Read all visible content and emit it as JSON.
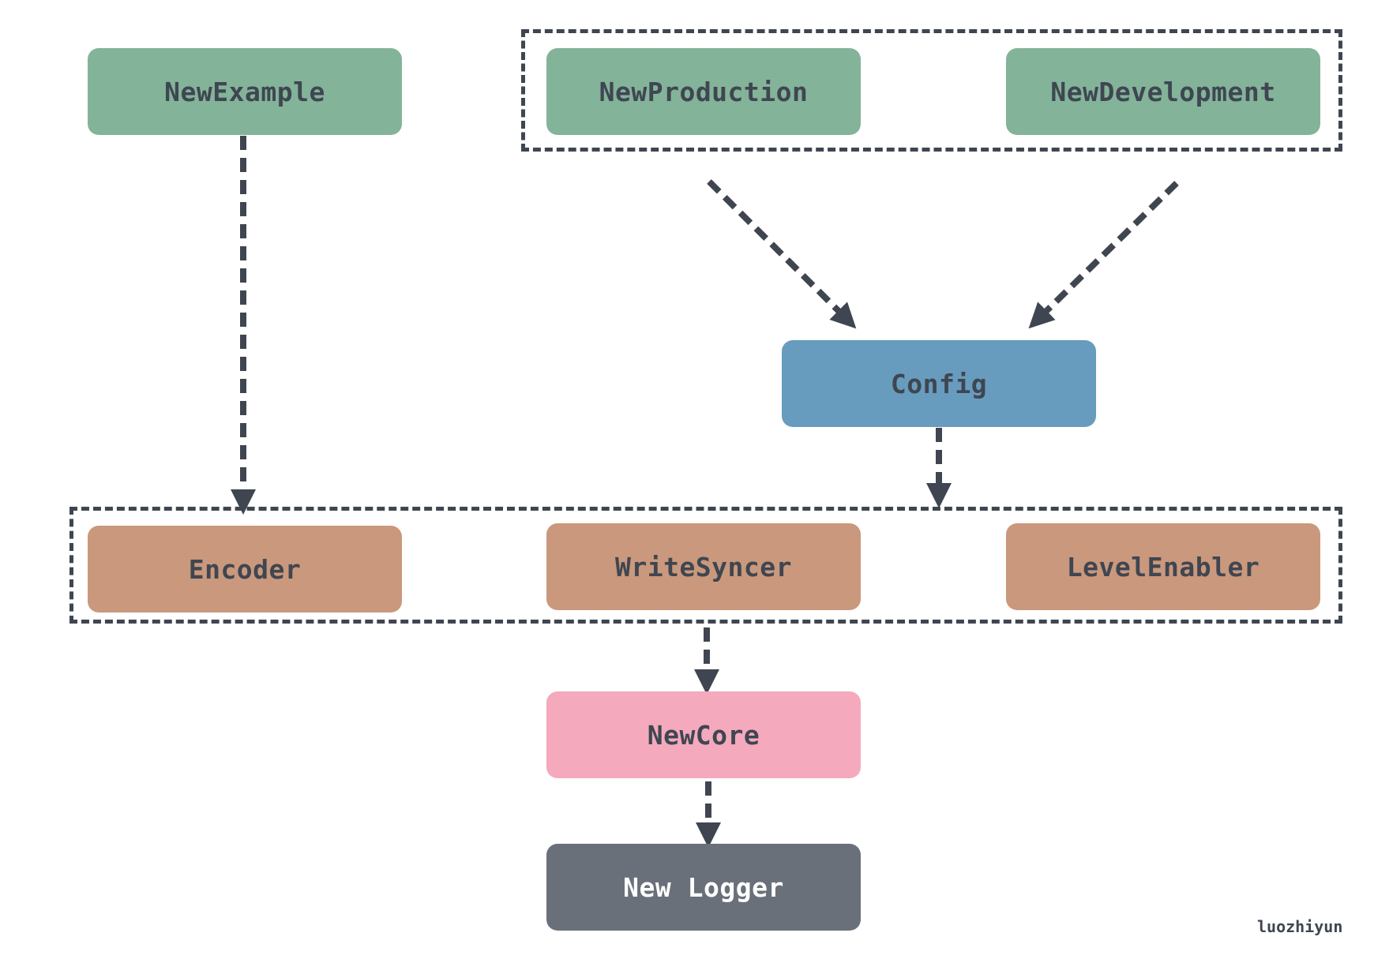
{
  "nodes": {
    "new_example": "NewExample",
    "new_production": "NewProduction",
    "new_development": "NewDevelopment",
    "config": "Config",
    "encoder": "Encoder",
    "write_syncer": "WriteSyncer",
    "level_enabler": "LevelEnabler",
    "new_core": "NewCore",
    "new_logger": "New Logger"
  },
  "watermark": "luozhiyun",
  "colors": {
    "constructor_green": "#83b399",
    "config_blue": "#679cbe",
    "component_tan": "#ca987c",
    "core_pink": "#f5a9bd",
    "logger_gray": "#6a707a",
    "line_dark": "#3f4651"
  }
}
